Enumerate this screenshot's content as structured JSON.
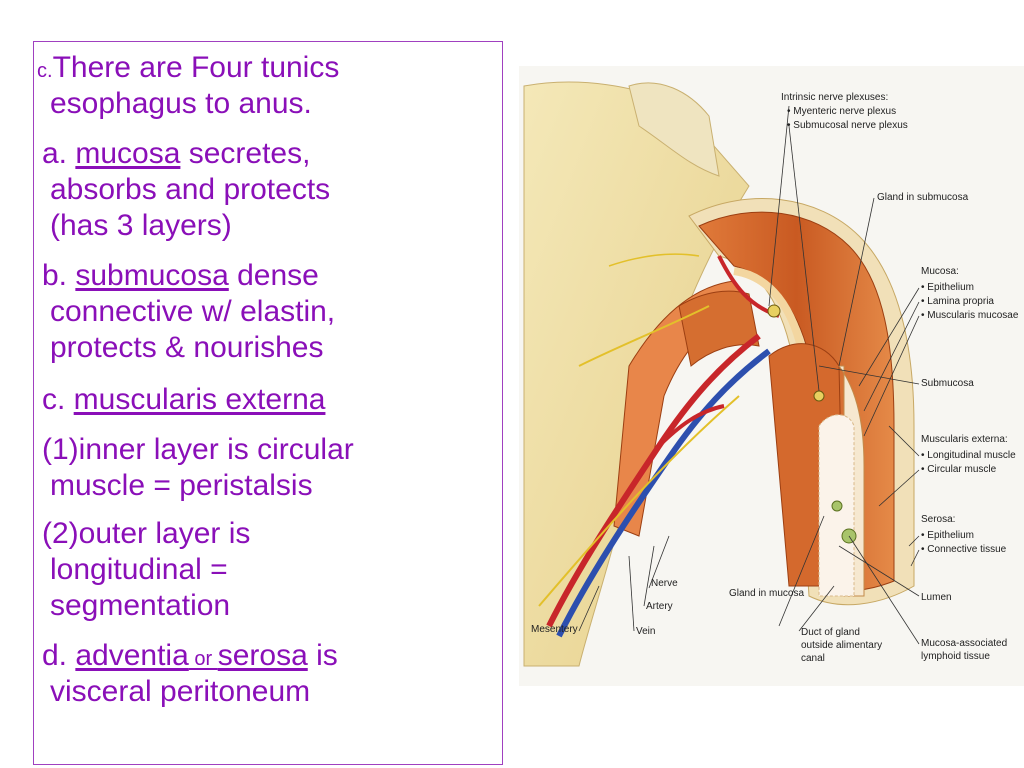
{
  "slide": {
    "lines": [
      {
        "prefix": "c.",
        "text": "There are Four tunics"
      },
      {
        "text": "esophagus to anus."
      },
      {
        "pre": "a. ",
        "term": "mucosa",
        "post": " secretes,"
      },
      {
        "text": "absorbs and protects"
      },
      {
        "text": "(has 3 layers)"
      },
      {
        "pre": "b. ",
        "term": "submucosa",
        "post": " dense"
      },
      {
        "text": "connective w/ elastin,"
      },
      {
        "text": "protects & nourishes"
      },
      {
        "pre": "c. ",
        "term": "muscularis externa"
      },
      {
        "text": "(1)inner layer is circular"
      },
      {
        "text": "muscle = peristalsis"
      },
      {
        "text": "(2)outer layer is"
      },
      {
        "text": "longitudinal ="
      },
      {
        "text": "segmentation"
      },
      {
        "pre": "d. ",
        "term": "adventia",
        "mid": " or ",
        "term2": "serosa",
        "post": " is"
      },
      {
        "text": "visceral peritoneum"
      }
    ]
  },
  "figure": {
    "labels": {
      "intrinsic": "Intrinsic nerve plexuses:",
      "myenteric": "• Myenteric nerve plexus",
      "submucosal_plexus": "• Submucosal nerve plexus",
      "gland_submucosa": "Gland in submucosa",
      "mucosa": "Mucosa:",
      "epithelium": "• Epithelium",
      "lamina": "• Lamina propria",
      "musc_mucosae": "• Muscularis mucosae",
      "submucosa": "Submucosa",
      "musc_externa": "Muscularis externa:",
      "longitudinal": "• Longitudinal muscle",
      "circular": "• Circular muscle",
      "serosa": "Serosa:",
      "serosa_epi": "• Epithelium",
      "connective": "• Connective tissue",
      "lumen": "Lumen",
      "nerve": "Nerve",
      "artery": "Artery",
      "vein": "Vein",
      "mesentery": "Mesentery",
      "gland_mucosa": "Gland in mucosa",
      "duct1": "Duct of gland",
      "duct2": "outside alimentary",
      "duct3": "canal",
      "malt1": "Mucosa-associated",
      "malt2": "lymphoid tissue"
    }
  }
}
